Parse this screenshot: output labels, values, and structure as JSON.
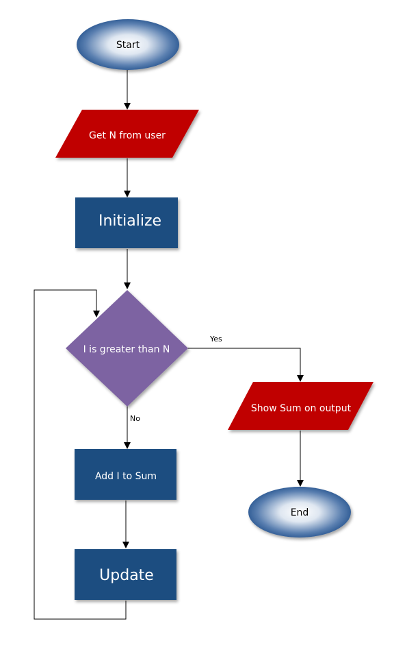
{
  "flowchart": {
    "nodes": {
      "start": "Start",
      "get_n": "Get N from user",
      "initialize": "Initialize",
      "decision": "I is greater than N",
      "add": "Add I to Sum",
      "update": "Update",
      "show_sum": "Show Sum on output",
      "end": "End"
    },
    "edges": {
      "yes": "Yes",
      "no": "No"
    },
    "colors": {
      "terminal_center": "#ffffff",
      "terminal_edge": "#1f4e8a",
      "io_red": "#c00000",
      "process_blue": "#1f4e80",
      "decision_purple": "#7d64a2",
      "line": "#000000"
    }
  }
}
